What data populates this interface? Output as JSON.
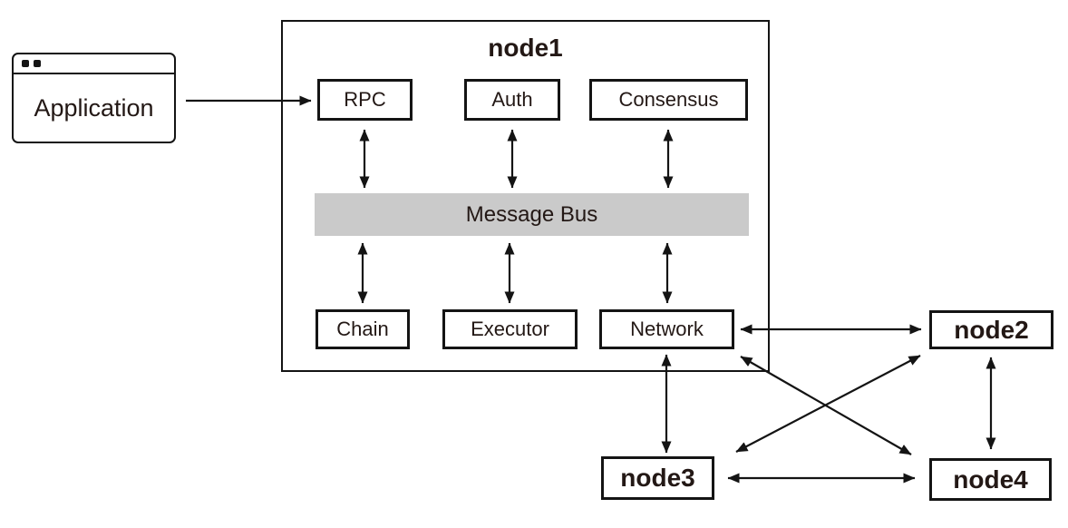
{
  "application": {
    "label": "Application"
  },
  "node1": {
    "title": "node1",
    "components": {
      "rpc": "RPC",
      "auth": "Auth",
      "consensus": "Consensus",
      "message_bus": "Message Bus",
      "chain": "Chain",
      "executor": "Executor",
      "network": "Network"
    }
  },
  "peer_nodes": {
    "node2": "node2",
    "node3": "node3",
    "node4": "node4"
  },
  "edges": [
    {
      "from": "application",
      "to": "rpc",
      "arrows": "end"
    },
    {
      "from": "rpc",
      "to": "message-bus",
      "arrows": "both"
    },
    {
      "from": "auth",
      "to": "message-bus",
      "arrows": "both"
    },
    {
      "from": "consensus",
      "to": "message-bus",
      "arrows": "both"
    },
    {
      "from": "message-bus",
      "to": "chain",
      "arrows": "both"
    },
    {
      "from": "message-bus",
      "to": "executor",
      "arrows": "both"
    },
    {
      "from": "message-bus",
      "to": "network",
      "arrows": "both"
    },
    {
      "from": "network",
      "to": "node2",
      "arrows": "both"
    },
    {
      "from": "network",
      "to": "node3",
      "arrows": "both"
    },
    {
      "from": "network",
      "to": "node4",
      "arrows": "both"
    },
    {
      "from": "node2",
      "to": "node3",
      "arrows": "both"
    },
    {
      "from": "node2",
      "to": "node4",
      "arrows": "both"
    },
    {
      "from": "node3",
      "to": "node4",
      "arrows": "both"
    }
  ],
  "colors": {
    "line": "#141414",
    "text": "#231815",
    "message_bus_bg": "#cacaca",
    "background": "#ffffff"
  }
}
